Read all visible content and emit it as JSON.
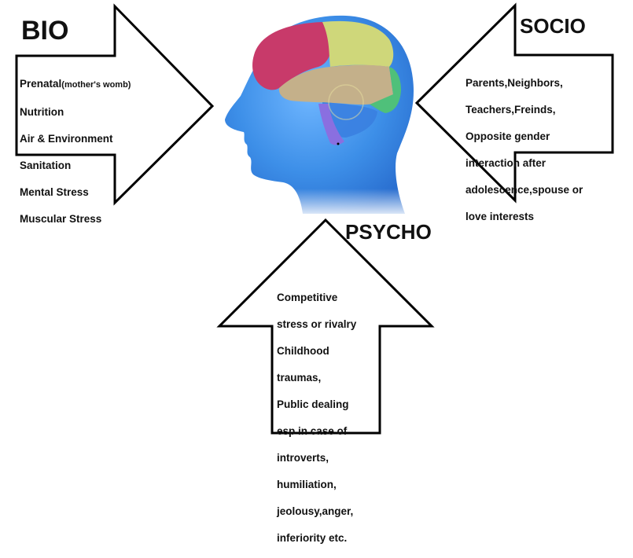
{
  "diagram": {
    "bio": {
      "title": "BIO",
      "first_item_main": "Prenatal",
      "first_item_note": "(mother's womb)",
      "items": [
        "Nutrition",
        "Air & Environment",
        "Sanitation",
        "Mental Stress",
        "Muscular Stress"
      ]
    },
    "socio": {
      "title": "SOCIO",
      "lines": [
        "Parents,Neighbors,",
        "Teachers,Freinds,",
        "Opposite gender",
        "interaction after",
        "adolescence,spouse or",
        "love interests"
      ]
    },
    "psycho": {
      "title": "PSYCHO",
      "lines": [
        "Competitive",
        "stress or rivalry",
        "Childhood",
        "traumas,",
        "Public dealing",
        "esp in case of",
        "introverts,",
        "humiliation,",
        "jeolousy,anger,",
        "inferiority etc."
      ]
    },
    "center_image": {
      "description": "head-with-brain-lobes",
      "colors": {
        "head": "#3d8fe8",
        "frontal": "#c83a6a",
        "parietal": "#cfd77a",
        "temporal": "#c4b08a",
        "occipital": "#4fc07a",
        "cerebellum": "#3a7fe0",
        "brainstem": "#8a6fe0"
      }
    },
    "colors": {
      "stroke": "#000000",
      "fill": "#ffffff",
      "text": "#111111"
    }
  }
}
